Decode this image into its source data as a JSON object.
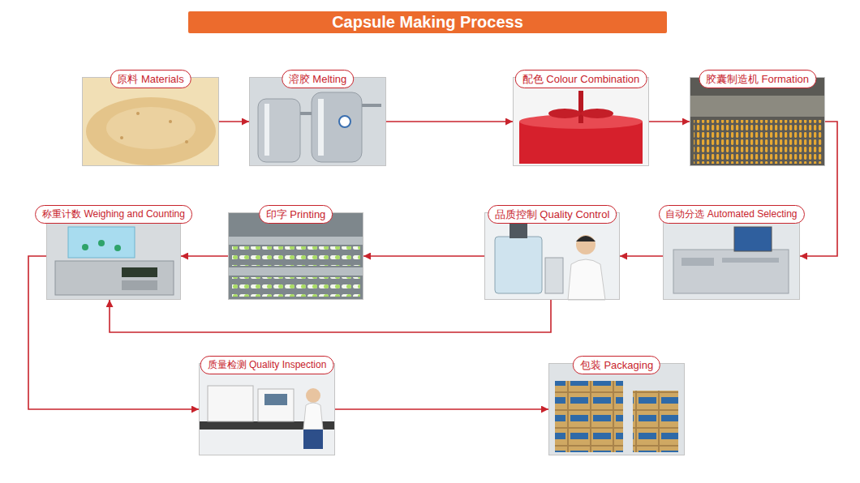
{
  "diagram": {
    "title": "Capsule Making Process",
    "nodes": [
      {
        "text": [
          "原料 Materials"
        ]
      },
      {
        "text": [
          "溶胶 Melting"
        ]
      },
      {
        "text": [
          "配色 Colour Combination"
        ]
      },
      {
        "text": [
          "胶囊制造机 Formation"
        ]
      },
      {
        "text": [
          "自动分选 Automated Selecting"
        ]
      },
      {
        "text": [
          "品质控制 Quality Control"
        ]
      },
      {
        "text": [
          "印字 Printing"
        ]
      },
      {
        "text": [
          "称重计数 Weighing and Counting"
        ]
      },
      {
        "text": [
          "质量检测 Quality Inspection"
        ]
      },
      {
        "text": [
          "包装 Packaging"
        ]
      }
    ],
    "edges": [
      {
        "from": 0,
        "to": 1,
        "arrow": "to"
      },
      {
        "from": 1,
        "to": 2,
        "arrow": "to"
      },
      {
        "from": 2,
        "to": 3,
        "arrow": "to"
      },
      {
        "from": 3,
        "to": 4,
        "arrow": "to"
      },
      {
        "from": 4,
        "to": 5,
        "arrow": "to"
      },
      {
        "from": 5,
        "to": 6,
        "arrow": "to"
      },
      {
        "from": 6,
        "to": 7,
        "arrow": "to"
      },
      {
        "from": 5,
        "to": 7,
        "arrow": "to"
      },
      {
        "from": 7,
        "to": 8,
        "arrow": "to"
      },
      {
        "from": 8,
        "to": 9,
        "arrow": "to"
      }
    ]
  }
}
